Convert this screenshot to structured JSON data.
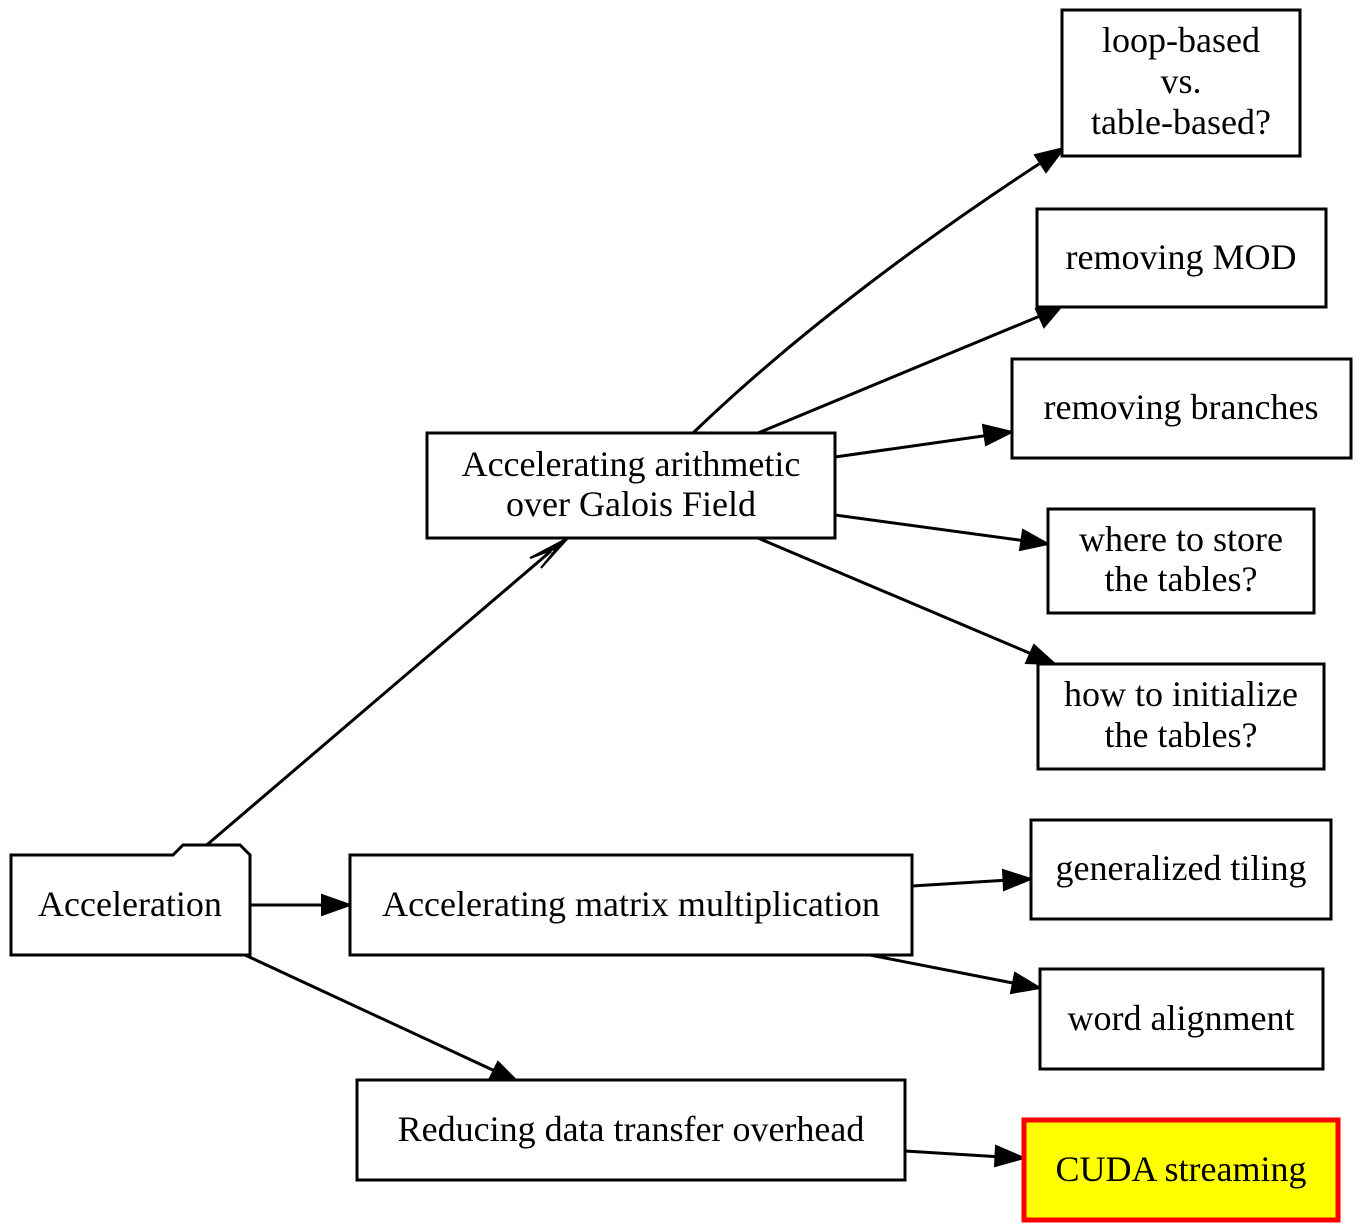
{
  "diagram": {
    "nodes": {
      "acceleration": {
        "label": "Acceleration",
        "shape": "folder"
      },
      "galois": {
        "line1": "Accelerating arithmetic",
        "line2": "over Galois Field"
      },
      "matrix": {
        "label": "Accelerating matrix multiplication"
      },
      "transfer": {
        "label": "Reducing data transfer overhead"
      },
      "loop_vs_table": {
        "line1": "loop-based",
        "line2": "vs.",
        "line3": "table-based?"
      },
      "removing_mod": {
        "label": "removing MOD"
      },
      "removing_branches": {
        "label": "removing branches"
      },
      "where_store": {
        "line1": "where to store",
        "line2": "the tables?"
      },
      "how_init": {
        "line1": "how to initialize",
        "line2": "the tables?"
      },
      "generalized_tiling": {
        "label": "generalized tiling"
      },
      "word_alignment": {
        "label": "word alignment"
      },
      "cuda_streaming": {
        "label": "CUDA streaming",
        "fill": "#ffff00",
        "border": "#ff0000"
      }
    },
    "edges": [
      {
        "from": "Acceleration",
        "to": "Accelerating arithmetic over Galois Field"
      },
      {
        "from": "Acceleration",
        "to": "Accelerating matrix multiplication"
      },
      {
        "from": "Acceleration",
        "to": "Reducing data transfer overhead"
      },
      {
        "from": "Accelerating arithmetic over Galois Field",
        "to": "loop-based vs. table-based?"
      },
      {
        "from": "Accelerating arithmetic over Galois Field",
        "to": "removing MOD"
      },
      {
        "from": "Accelerating arithmetic over Galois Field",
        "to": "removing branches"
      },
      {
        "from": "Accelerating arithmetic over Galois Field",
        "to": "where to store the tables?"
      },
      {
        "from": "Accelerating arithmetic over Galois Field",
        "to": "how to initialize the tables?"
      },
      {
        "from": "Accelerating matrix multiplication",
        "to": "generalized tiling"
      },
      {
        "from": "Accelerating matrix multiplication",
        "to": "word alignment"
      },
      {
        "from": "Reducing data transfer overhead",
        "to": "CUDA streaming"
      }
    ]
  }
}
